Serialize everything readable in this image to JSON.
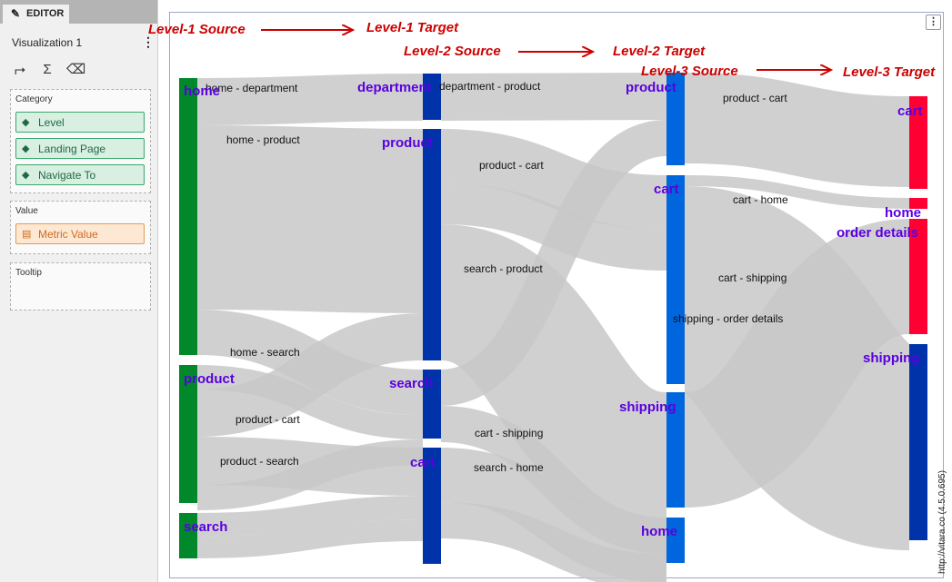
{
  "editor": {
    "tab_label": "EDITOR",
    "viz_name": "Visualization 1",
    "tools": [
      {
        "name": "swap-axes-icon",
        "glyph": "⮣"
      },
      {
        "name": "sigma-icon",
        "glyph": "Σ"
      },
      {
        "name": "eraser-icon",
        "glyph": "⌫"
      }
    ],
    "category": {
      "title": "Category",
      "items": [
        "Level",
        "Landing Page",
        "Navigate To"
      ]
    },
    "value": {
      "title": "Value",
      "items": [
        "Metric Value"
      ]
    },
    "tooltip": {
      "title": "Tooltip"
    }
  },
  "annotations": {
    "l1_source": "Level-1 Source",
    "l1_target": "Level-1 Target",
    "l2_source": "Level-2 Source",
    "l2_target": "Level-2 Target",
    "l3_source": "Level-3 Source",
    "l3_target": "Level-3 Target"
  },
  "credit": "http://vitara.co  (4.5.0.695)",
  "colors": {
    "green": "#00882b",
    "blue_dark": "#0033aa",
    "blue_bright": "#0066dd",
    "red": "#ff0033",
    "link": "#c8c8c8",
    "node_label": "#5a00e0",
    "annotation": "#cc0000"
  },
  "chart_data": {
    "type": "sankey",
    "nodes": [
      {
        "id": "L1-home",
        "label": "home",
        "level": 1,
        "color": "#00882b"
      },
      {
        "id": "L1-product",
        "label": "product",
        "level": 1,
        "color": "#00882b"
      },
      {
        "id": "L1-search",
        "label": "search",
        "level": 1,
        "color": "#00882b"
      },
      {
        "id": "L2-department",
        "label": "department",
        "level": 2,
        "color": "#0033aa"
      },
      {
        "id": "L2-product",
        "label": "product",
        "level": 2,
        "color": "#0033aa"
      },
      {
        "id": "L2-search",
        "label": "search",
        "level": 2,
        "color": "#0033aa"
      },
      {
        "id": "L2-cart",
        "label": "cart",
        "level": 2,
        "color": "#0033aa"
      },
      {
        "id": "L3-product",
        "label": "product",
        "level": 3,
        "color": "#0066dd"
      },
      {
        "id": "L3-cart",
        "label": "cart",
        "level": 3,
        "color": "#0066dd"
      },
      {
        "id": "L3-shipping",
        "label": "shipping",
        "level": 3,
        "color": "#0066dd"
      },
      {
        "id": "L3-home",
        "label": "home",
        "level": 3,
        "color": "#0066dd"
      },
      {
        "id": "L4-cart",
        "label": "cart",
        "level": 4,
        "color": "#ff0033"
      },
      {
        "id": "L4-home",
        "label": "home",
        "level": 4,
        "color": "#ff0033"
      },
      {
        "id": "L4-order-details",
        "label": "order details",
        "level": 4,
        "color": "#ff0033"
      },
      {
        "id": "L4-shipping",
        "label": "shipping",
        "level": 4,
        "color": "#0033aa"
      }
    ],
    "links": [
      {
        "source": "L1-home",
        "target": "L2-department",
        "label": "home - department",
        "value": 52
      },
      {
        "source": "L1-home",
        "target": "L2-product",
        "label": "home - product",
        "value": 203
      },
      {
        "source": "L1-home",
        "target": "L2-search",
        "label": "home - search",
        "value": 50
      },
      {
        "source": "L1-product",
        "target": "L2-search",
        "label": "",
        "value": 27
      },
      {
        "source": "L1-product",
        "target": "L2-product",
        "label": "",
        "value": 52
      },
      {
        "source": "L1-product",
        "target": "L2-cart",
        "label": "product - cart",
        "value": 53
      },
      {
        "source": "L1-product",
        "target": "L2-search",
        "label": "product - search",
        "value": 28
      },
      {
        "source": "L1-search",
        "target": "L2-cart",
        "label": "",
        "value": 26
      },
      {
        "source": "L1-search",
        "target": "L2-cart",
        "label": "",
        "value": 24
      },
      {
        "source": "L2-department",
        "target": "L3-product",
        "label": "department - product",
        "value": 52
      },
      {
        "source": "L2-product",
        "target": "L3-cart",
        "label": "product - cart",
        "value": 60
      },
      {
        "source": "L2-product",
        "target": "L3-cart",
        "label": "",
        "value": 45
      },
      {
        "source": "L2-product",
        "target": "L3-shipping",
        "label": "",
        "value": 150
      },
      {
        "source": "L2-search",
        "target": "L3-product",
        "label": "search - product",
        "value": 40
      },
      {
        "source": "L2-search",
        "target": "L3-home",
        "label": "",
        "value": 40
      },
      {
        "source": "L2-cart",
        "target": "L3-shipping",
        "label": "cart - shipping",
        "value": 60
      },
      {
        "source": "L2-cart",
        "target": "L3-home",
        "label": "search - home",
        "value": 40
      },
      {
        "source": "L3-product",
        "target": "L4-cart",
        "label": "product - cart",
        "value": 100
      },
      {
        "source": "L3-cart",
        "target": "L4-home",
        "label": "cart - home",
        "value": 12
      },
      {
        "source": "L3-cart",
        "target": "L4-shipping",
        "label": "cart - shipping",
        "value": 227
      },
      {
        "source": "L3-shipping",
        "target": "L4-order-details",
        "label": "shipping - order details",
        "value": 127
      }
    ]
  }
}
